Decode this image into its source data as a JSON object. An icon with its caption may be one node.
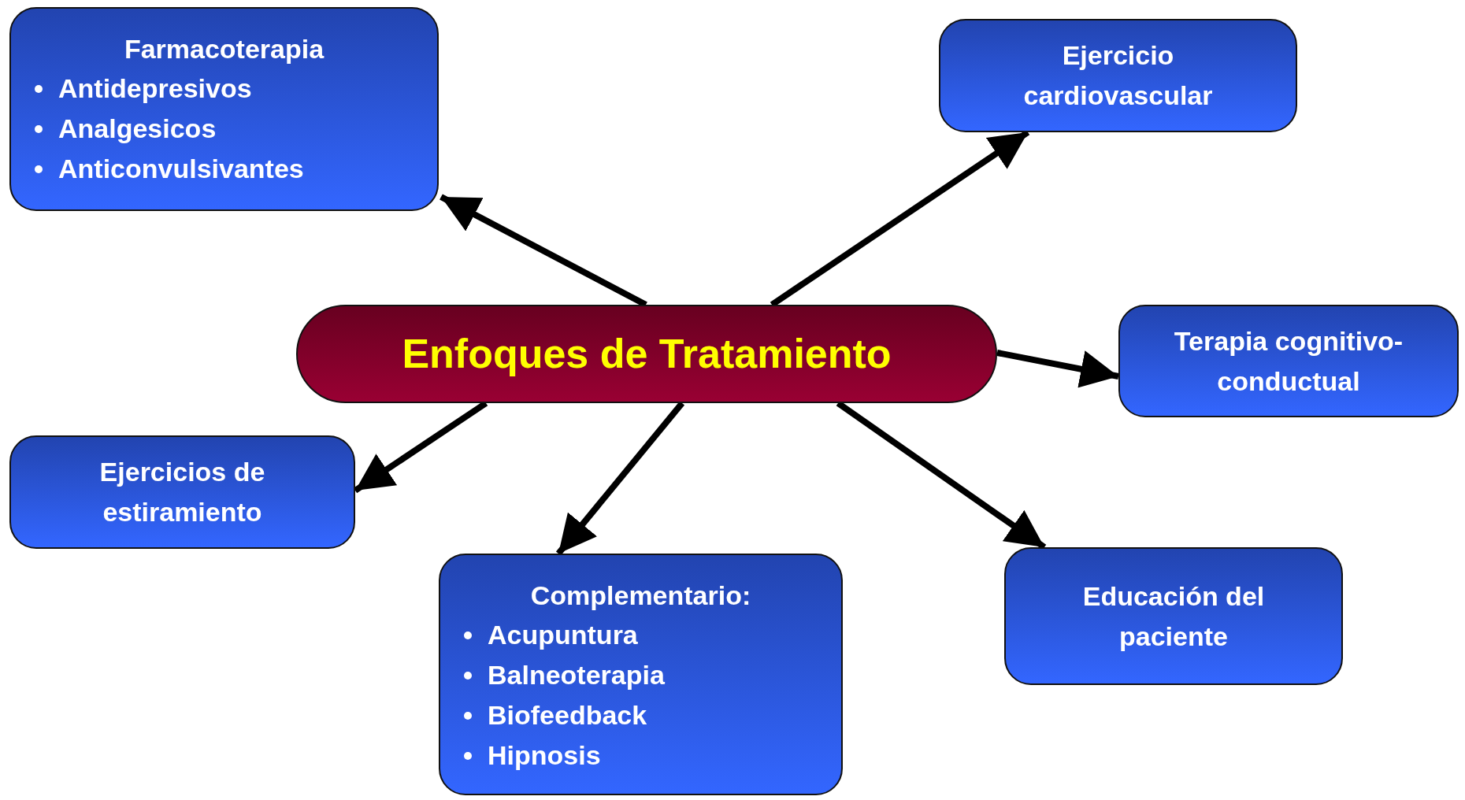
{
  "diagram": {
    "nodes": [
      {
        "text": [
          "Farmacoterapia",
          "Antidepresivos",
          "Analgesicos",
          "Anticonvulsivantes"
        ]
      },
      {
        "text": [
          "Ejercicio cardiovascular"
        ]
      },
      {
        "text": [
          "Enfoques de Tratamiento"
        ]
      },
      {
        "text": [
          "Terapia cognitivo-conductual"
        ]
      },
      {
        "text": [
          "Ejercicios de estiramiento"
        ]
      },
      {
        "text": [
          "Complementario:",
          "Acupuntura",
          "Balneoterapia",
          "Biofeedback",
          "Hipnosis"
        ]
      },
      {
        "text": [
          "Educación del paciente"
        ]
      }
    ],
    "edges": [
      {
        "from": 2,
        "to": 0,
        "arrow": "to"
      },
      {
        "from": 2,
        "to": 1,
        "arrow": "to"
      },
      {
        "from": 2,
        "to": 3,
        "arrow": "to"
      },
      {
        "from": 2,
        "to": 4,
        "arrow": "to"
      },
      {
        "from": 2,
        "to": 5,
        "arrow": "to"
      },
      {
        "from": 2,
        "to": 6,
        "arrow": "to"
      }
    ]
  }
}
